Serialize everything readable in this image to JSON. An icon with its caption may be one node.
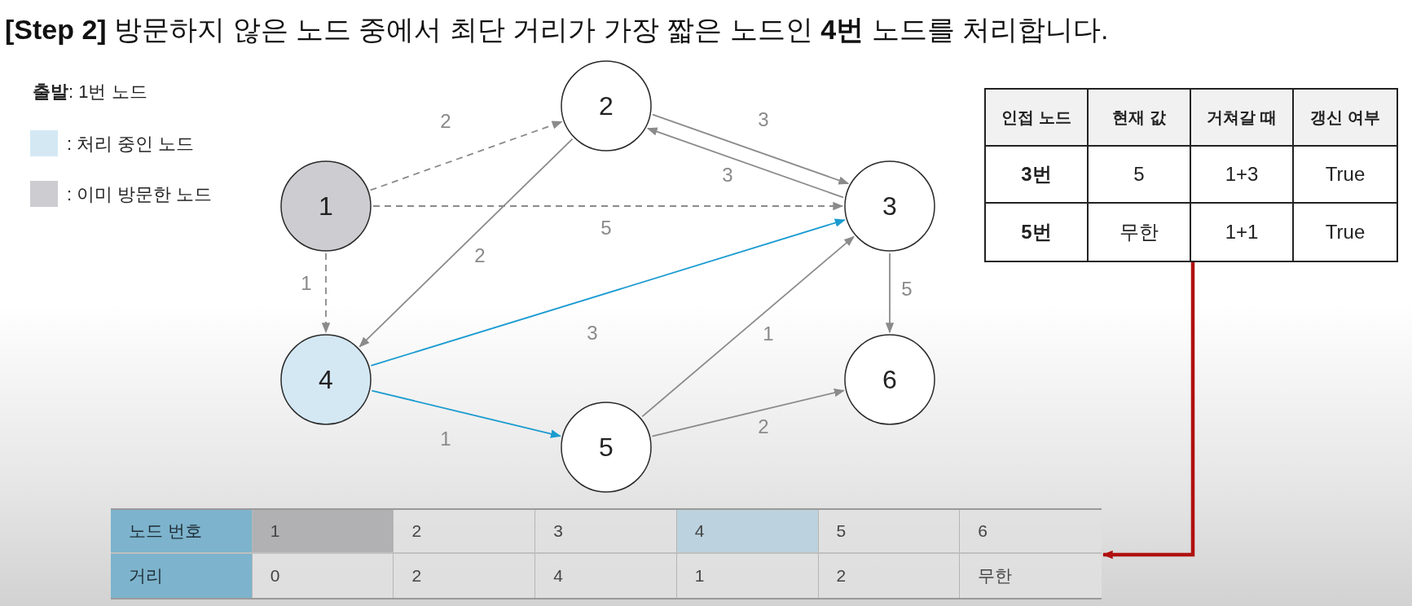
{
  "diagram": {
    "title": "**[Step 2]** 방문하지 않은 노드 중에서 최단 거리가 가장 짧은 노드인 **4번** 노드를 처리합니다.",
    "nodes": [
      {
        "text": [
          "1"
        ]
      },
      {
        "text": [
          "2"
        ]
      },
      {
        "text": [
          "3"
        ]
      },
      {
        "text": [
          "4"
        ]
      },
      {
        "text": [
          "5"
        ]
      },
      {
        "text": [
          "6"
        ]
      },
      {
        "text": [
          "인접 노드",
          "현재 값",
          "거쳐갈 때",
          "갱신 여부",
          "3번",
          "5",
          "1+3",
          "True",
          "5번",
          "무한",
          "1+1",
          "True"
        ]
      },
      {
        "text": [
          "노드 번호",
          "1",
          "2",
          "3",
          "4",
          "5",
          "6",
          "거리",
          "0",
          "2",
          "4",
          "1",
          "2",
          "무한"
        ]
      }
    ],
    "edges": [
      {
        "from": 0,
        "to": 1,
        "arrow": "to",
        "label": "2",
        "style": "dashed"
      },
      {
        "from": 0,
        "to": 2,
        "arrow": "to",
        "label": "5",
        "style": "dashed"
      },
      {
        "from": 0,
        "to": 3,
        "arrow": "to",
        "label": "1",
        "style": "dashed"
      },
      {
        "from": 1,
        "to": 2,
        "arrow": "to",
        "label": "3"
      },
      {
        "from": 2,
        "to": 1,
        "arrow": "to",
        "label": "3"
      },
      {
        "from": 1,
        "to": 3,
        "arrow": "to",
        "label": "2"
      },
      {
        "from": 3,
        "to": 2,
        "arrow": "to",
        "label": "3",
        "color": "#1a9bd0"
      },
      {
        "from": 3,
        "to": 4,
        "arrow": "to",
        "label": "1",
        "color": "#1a9bd0"
      },
      {
        "from": 4,
        "to": 2,
        "arrow": "to",
        "label": "1"
      },
      {
        "from": 4,
        "to": 5,
        "arrow": "to",
        "label": "2"
      },
      {
        "from": 2,
        "to": 5,
        "arrow": "to",
        "label": "5"
      },
      {
        "from": 6,
        "to": 7,
        "arrow": "to",
        "color": "#b01010",
        "style": "thick"
      }
    ],
    "labels": [
      "**출발**: 1번 노드"
    ],
    "legend": [
      {
        "text": ": 처리 중인 노드",
        "color": "#d4e8f4"
      },
      {
        "text": ": 이미 방문한 노드",
        "color": "#cdcdd1"
      }
    ]
  }
}
